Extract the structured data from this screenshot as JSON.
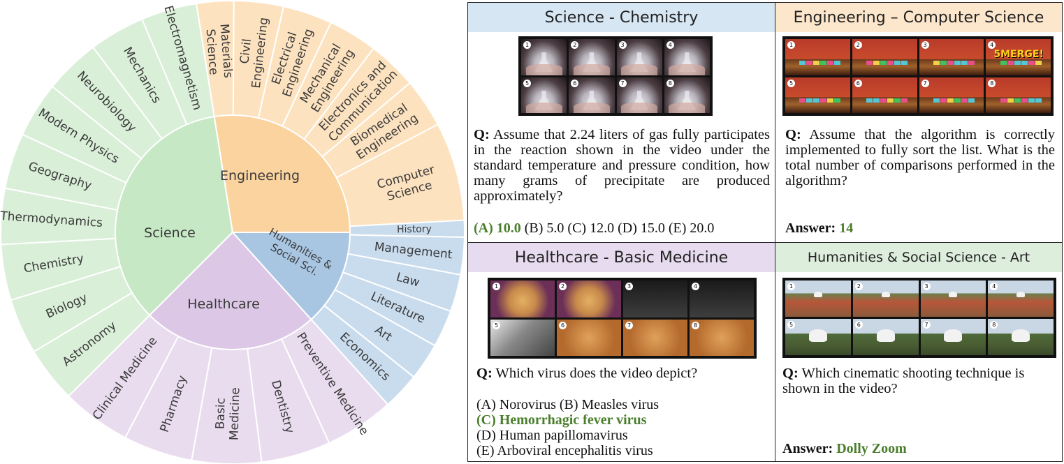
{
  "sunburst": {
    "center_label": "",
    "inner": [
      {
        "label": "Science",
        "color": "#c6e8c5"
      },
      {
        "label": "Engineering",
        "color": "#fbd39e"
      },
      {
        "label": "Humanities &",
        "label2": "Social Sci.",
        "color": "#a8c6e2"
      },
      {
        "label": "Healthcare",
        "color": "#dcc8e6"
      }
    ],
    "outer": {
      "science": [
        "Electromagnetism",
        "Mechanics",
        "Neurobiology",
        "Modern Physics",
        "Geography",
        "Thermodynamics",
        "Chemistry",
        "Biology",
        "Astronomy"
      ],
      "engineering": [
        "Materials Science",
        "Civil Engineering",
        "Electrical Engineering",
        "Mechanical Engineering",
        "Electronics and Communication",
        "Biomedical Engineering",
        "Computer Science"
      ],
      "humanities": [
        "History",
        "Management",
        "Law",
        "Literature",
        "Art",
        "Economics"
      ],
      "healthcare": [
        "Preventive Medicine",
        "Dentistry",
        "Basic Medicine",
        "Pharmacy",
        "Clinical Medicine"
      ]
    },
    "colors": {
      "science_outer": "#d9efd8",
      "engineering_outer": "#fde2bf",
      "humanities_outer": "#c9dcee",
      "healthcare_outer": "#e9dcef"
    }
  },
  "panels": {
    "chem": {
      "title": "Science - Chemistry",
      "title_bg": "#d6e6f3",
      "q_label": "Q:",
      "question": "Assume that 2.24 liters of gas fully participates in the reaction shown in the video under the standard temperature and pressure condition, how many grams of precipitate are produced approximately?",
      "opt_correct": "(A) 10.0",
      "opt_rest": "(B) 5.0 (C) 12.0 (D) 15.0 (E) 20.0",
      "frames": [
        "1",
        "2",
        "3",
        "4",
        "5",
        "6",
        "7",
        "8"
      ]
    },
    "cs": {
      "title": "Engineering – Computer Science",
      "title_bg": "#fde7cc",
      "q_label": "Q:",
      "question": "Assume that the algorithm is correctly implemented to fully sort the list. What is the total number of comparisons performed in the algorithm?",
      "answer_label": "Answer:",
      "answer": "14",
      "merge_text": "5MERGE!",
      "frames": [
        "1",
        "2",
        "3",
        "4",
        "5",
        "6",
        "7",
        "8"
      ]
    },
    "med": {
      "title": "Healthcare - Basic Medicine",
      "title_bg": "#e7dcef",
      "q_label": "Q:",
      "question": "Which virus does the video depict?",
      "opt_a": "(A) Norovirus (B) Measles  virus",
      "opt_c": "(C) Hemorrhagic fever virus",
      "opt_d": "(D) Human papillomavirus",
      "opt_e": "(E) Arboviral encephalitis virus",
      "frames": [
        "1",
        "2",
        "3",
        "4",
        "5",
        "6",
        "7",
        "8"
      ]
    },
    "art": {
      "title": "Humanities & Social Science - Art",
      "title_bg": "#ddeedd",
      "q_label": "Q:",
      "question": "Which cinematic shooting technique is shown in the video?",
      "answer_label": "Answer:",
      "answer": "Dolly Zoom",
      "frames": [
        "1",
        "2",
        "3",
        "4",
        "5",
        "6",
        "7",
        "8"
      ]
    }
  }
}
